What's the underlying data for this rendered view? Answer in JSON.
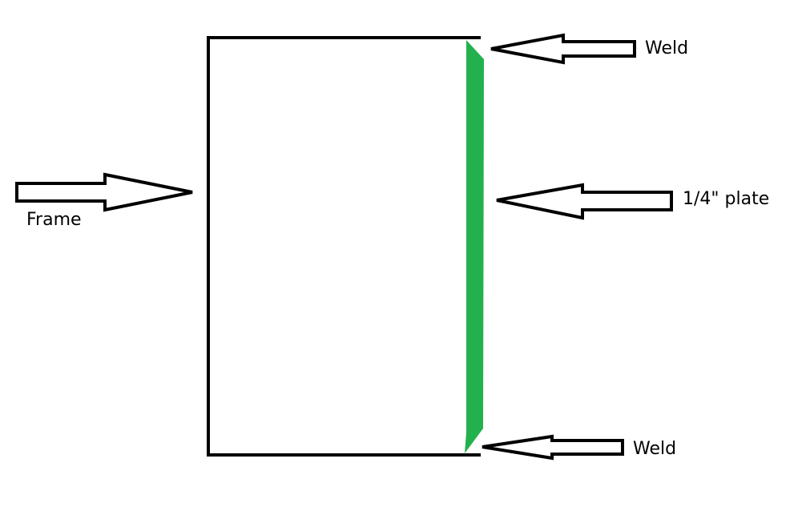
{
  "labels": {
    "weld_top": "Weld",
    "plate": "1/4\" plate",
    "weld_bottom": "Weld",
    "frame": "Frame"
  },
  "colors": {
    "outline": "#000000",
    "plate": "#22b14c",
    "background": "#ffffff"
  },
  "icons": {
    "frame_arrow": "arrow-right-icon",
    "weld_top_arrow": "arrow-left-icon",
    "plate_arrow": "arrow-left-icon",
    "weld_bottom_arrow": "arrow-left-icon"
  }
}
